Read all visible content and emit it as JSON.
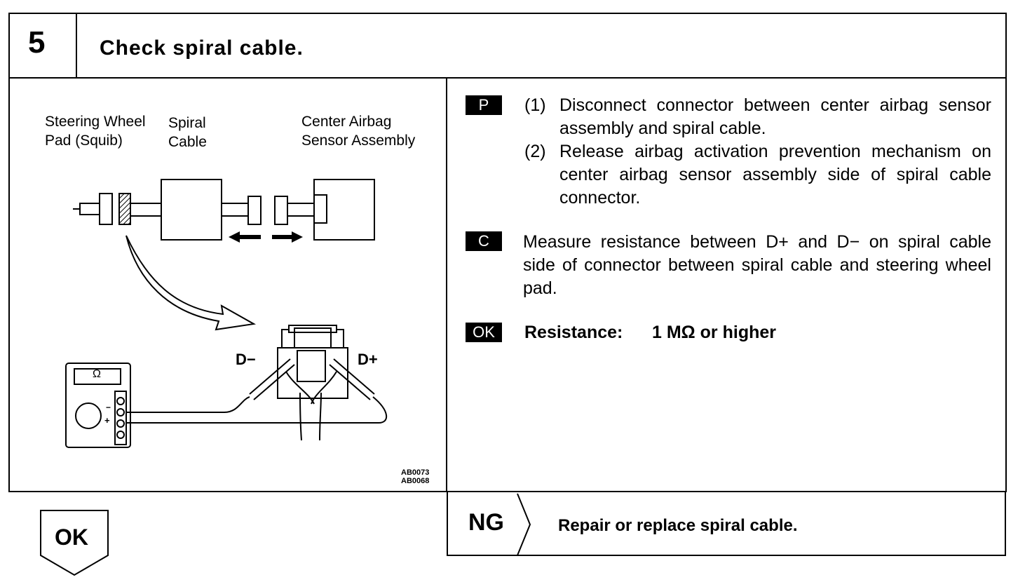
{
  "step": {
    "number": "5",
    "title": "Check spiral cable."
  },
  "diagram": {
    "labels": {
      "steering_pad": [
        "Steering Wheel",
        "Pad (Squib)"
      ],
      "spiral_cable": [
        "Spiral",
        "Cable"
      ],
      "center_sensor": [
        "Center Airbag",
        "Sensor Assembly"
      ],
      "d_minus": "D−",
      "d_plus": "D+",
      "meter_symbol": "Ω",
      "minus_sign": "−",
      "plus_sign": "+"
    },
    "figure_codes": [
      "AB0073",
      "AB0068"
    ]
  },
  "procedure": {
    "tag_p": "P",
    "items": [
      {
        "num": "(1)",
        "text": "Disconnect connector between center airbag sensor assembly and spiral cable."
      },
      {
        "num": "(2)",
        "text": "Release airbag activation prevention mechanism on center airbag sensor assembly side of spiral cable connector."
      }
    ],
    "tag_c": "C",
    "check_text": "Measure resistance between D+ and D− on spiral cable side of connector between spiral cable and steering wheel pad.",
    "tag_ok": "OK",
    "resistance_label": "Resistance:",
    "resistance_value": "1 MΩ or higher"
  },
  "result": {
    "ng_label": "NG",
    "ng_action": "Repair or replace spiral cable.",
    "ok_label": "OK"
  }
}
